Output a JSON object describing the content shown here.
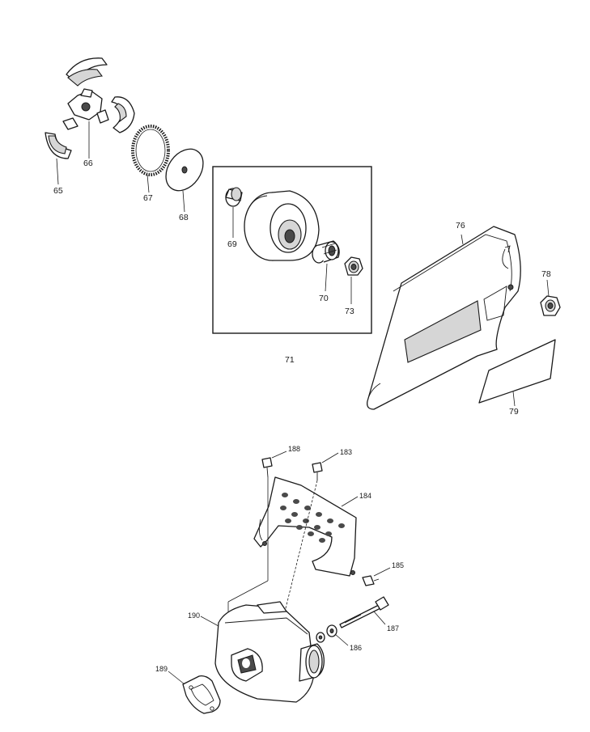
{
  "labels": {
    "p65": "65",
    "p66": "66",
    "p67": "67",
    "p68": "68",
    "p69": "69",
    "p70": "70",
    "p71": "71",
    "p73": "73",
    "p76": "76",
    "p78": "78",
    "p79": "79",
    "p183": "183",
    "p184": "184",
    "p185": "185",
    "p186": "186",
    "p187": "187",
    "p188": "188",
    "p189": "189",
    "p190": "190"
  }
}
